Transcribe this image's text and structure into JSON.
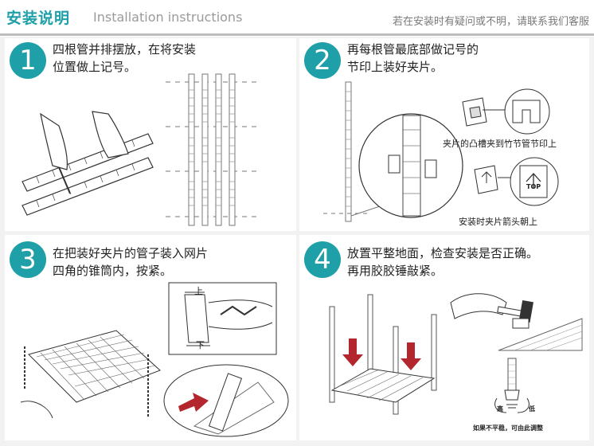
{
  "header": {
    "title_cn": "安装说明",
    "title_en": "Installation instructions",
    "note": "若在安装时有疑问或不明，请联系我们客服"
  },
  "steps": [
    {
      "number": "1",
      "text": "四根管并排摆放，在将安装\n位置做上记号。"
    },
    {
      "number": "2",
      "text": "再每根管最底部做记号的\n节印上装好夹片。"
    },
    {
      "number": "3",
      "text": "在把装好夹片的管子装入网片\n四角的锥筒内，按紧。"
    },
    {
      "number": "4",
      "text": "放置平整地面，检查安装是否正确。\n再用胶胶锤敲紧。"
    }
  ],
  "step2_captions": {
    "clip_groove": "夹片的凸槽夹到竹节管节印上",
    "arrow_up": "安装时夹片箭头朝上",
    "top_mark": "TOP"
  },
  "step3_labels": {
    "upper": "上",
    "lower": "下"
  },
  "step4_labels": {
    "high": "高",
    "low": "低",
    "adjust": "如果不平稳，可由此调整"
  },
  "colors": {
    "accent": "#1fa0a8",
    "arrow_red": "#b3262e"
  }
}
